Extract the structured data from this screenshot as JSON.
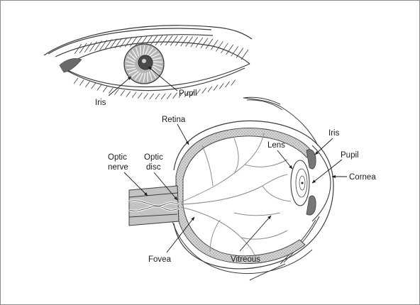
{
  "labels": {
    "front_iris": "Iris",
    "front_pupil": "Pupil",
    "retina": "Retina",
    "optic_nerve_line1": "Optic",
    "optic_nerve_line2": "nerve",
    "optic_disc_line1": "Optic",
    "optic_disc_line2": "disc",
    "lens": "Lens",
    "side_iris": "Iris",
    "side_pupil": "Pupil",
    "cornea": "Cornea",
    "fovea": "Fovea",
    "vitreous": "Vitreous"
  },
  "colors": {
    "line": "#3c3c3c",
    "sclera_band": "#c9c9c9",
    "nerve_fill": "#bdbdbd",
    "iris_fill": "#a8a8a8",
    "pupil_fill": "#4a4a4a",
    "vessel": "#8c8c8c"
  }
}
